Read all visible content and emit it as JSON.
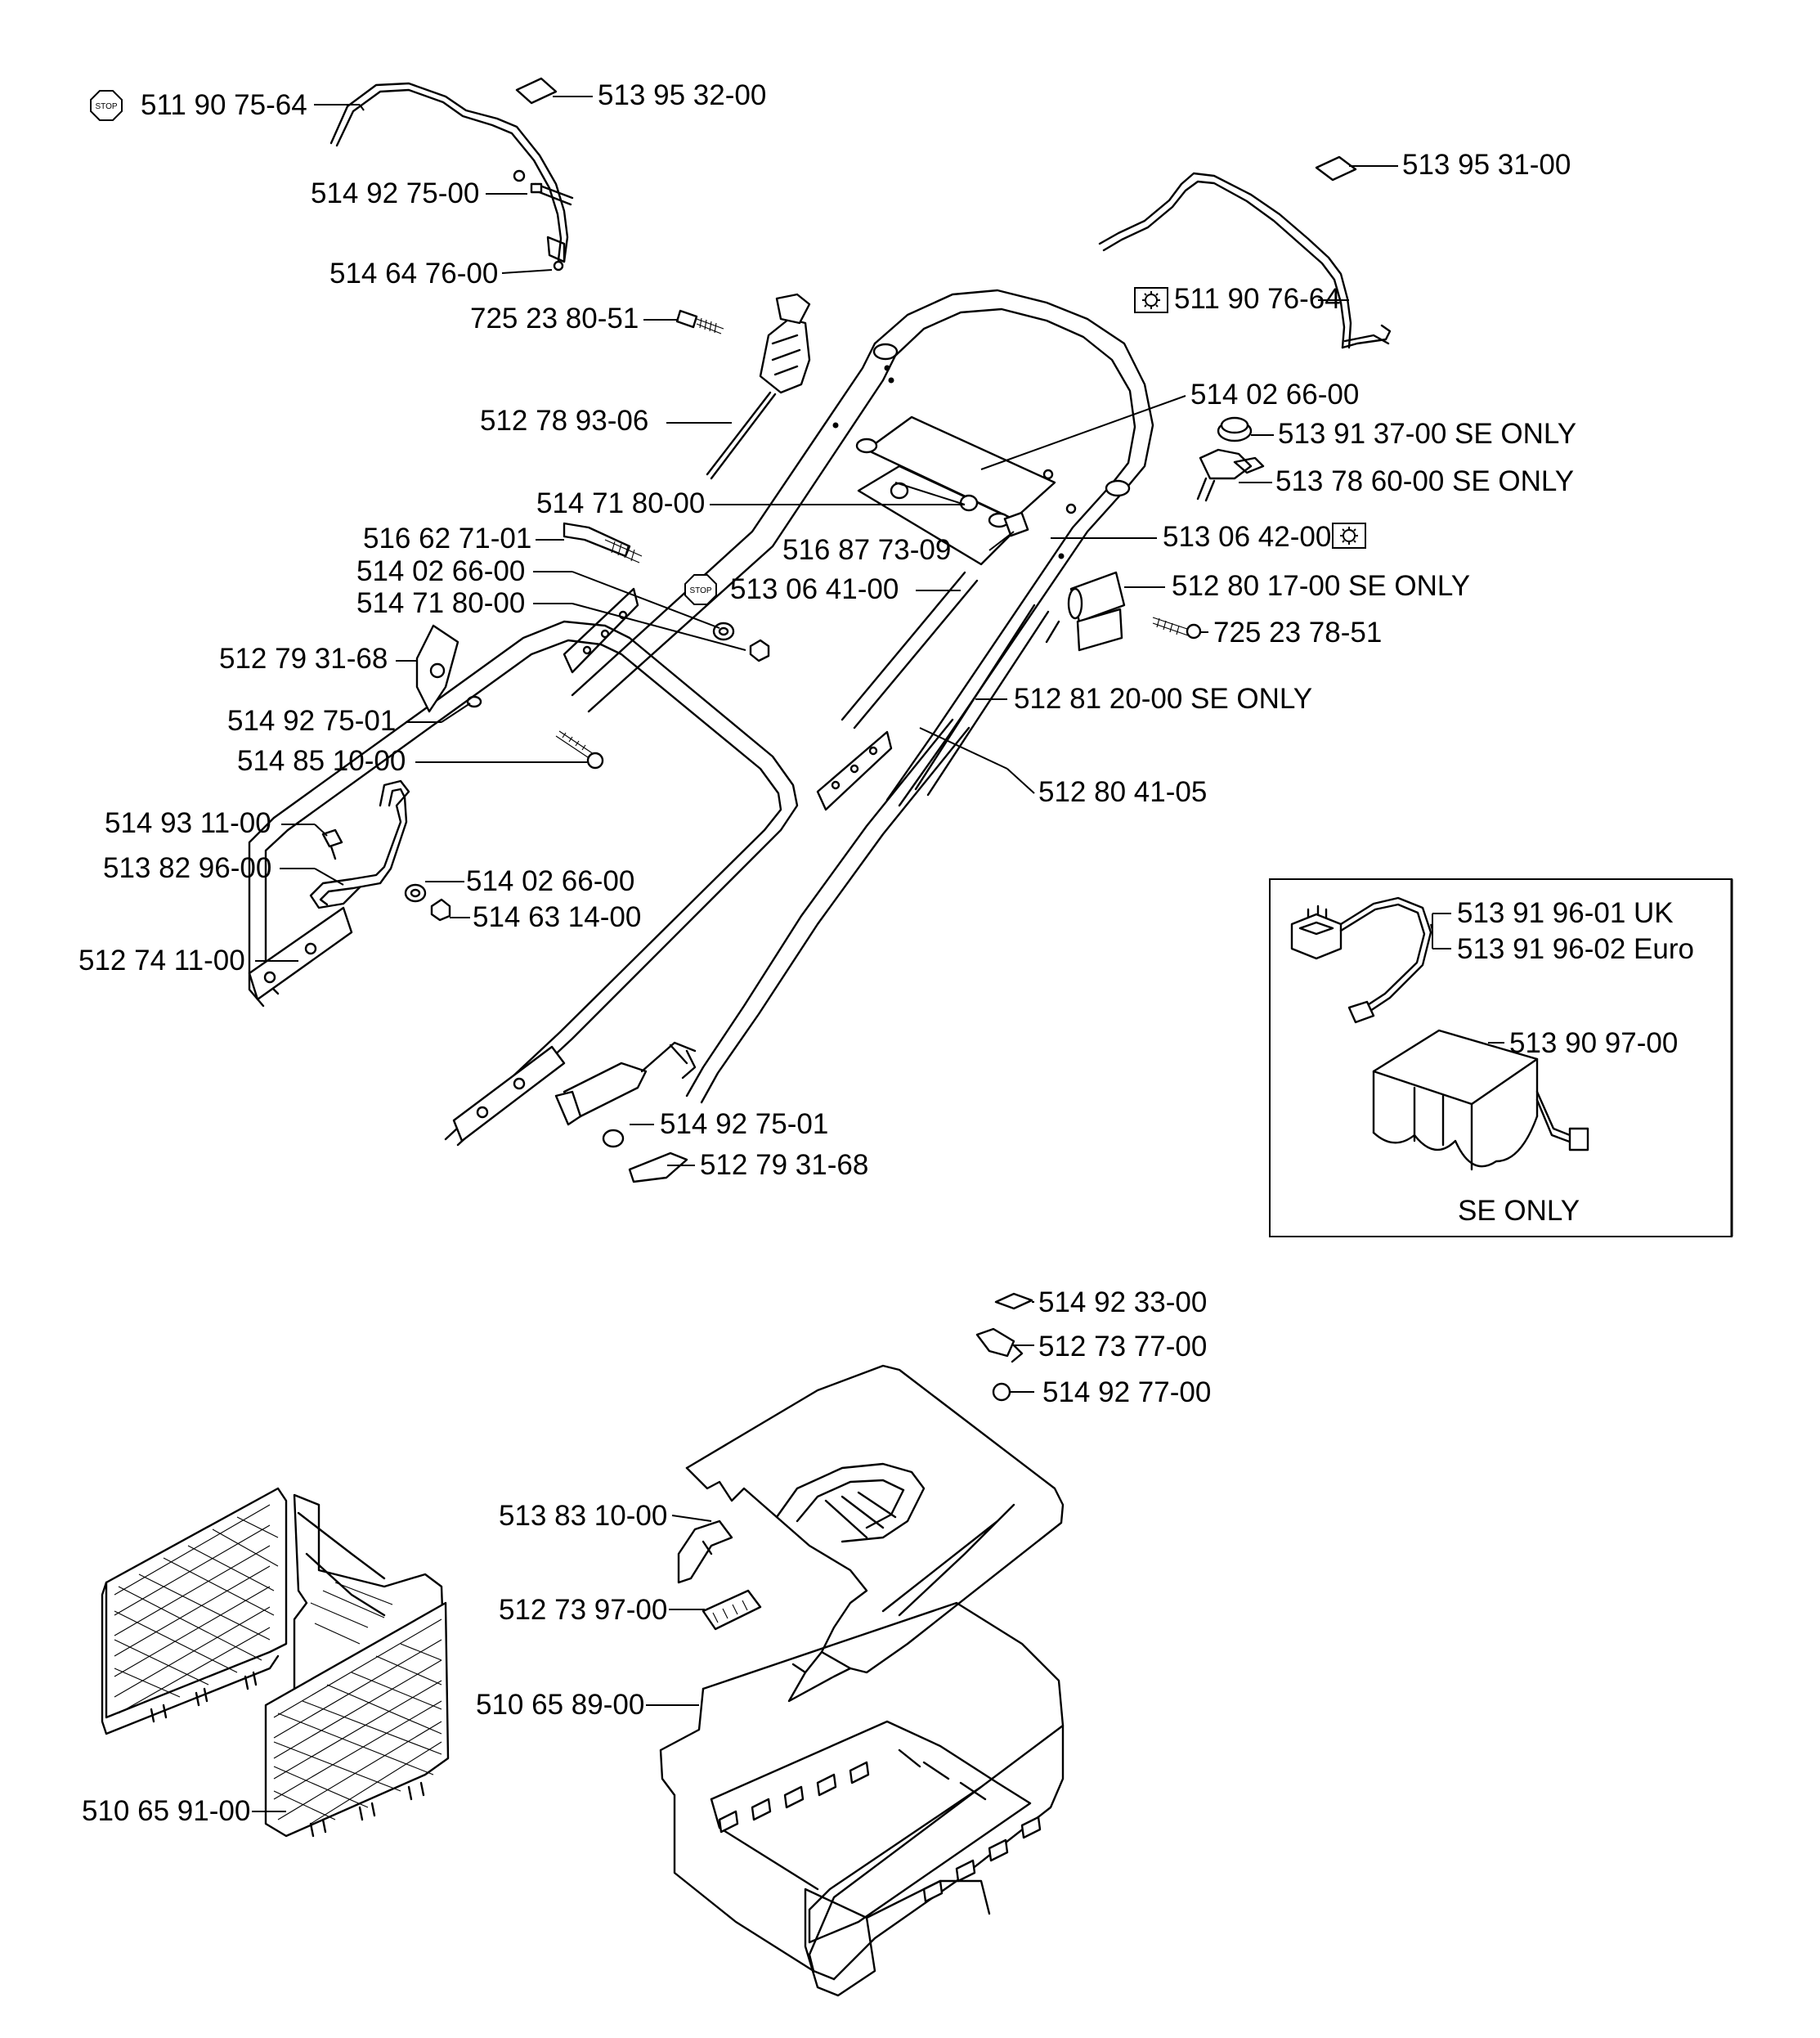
{
  "labels": {
    "p01": "511 90 75-64",
    "p02": "513 95 32-00",
    "p03": "514 92 75-00",
    "p04": "514 64 76-00",
    "p05": "725 23 80-51",
    "p06": "512 78 93-06",
    "p07": "514 71 80-00",
    "p08": "516 62 71-01",
    "p09": "514 02 66-00",
    "p10": "514 71 80-00",
    "p11": "512 79 31-68",
    "p12": "514 92 75-01",
    "p13": "514 85 10-00",
    "p14": "514 93 11-00",
    "p15": "513 82 96-00",
    "p16": "514 02 66-00",
    "p17": "514 63 14-00",
    "p18": "512 74 11-00",
    "p19": "514 92 75-01",
    "p20": "512 79 31-68",
    "p21": "513 95 31-00",
    "p22": "511 90 76-64",
    "p23": "514 02 66-00",
    "p24": "513 91 37-00 SE ONLY",
    "p25": "513 78 60-00 SE ONLY",
    "p26": "516 87 73-09",
    "p27": "513 06 42-00",
    "p28": "513 06 41-00",
    "p29": "512 80 17-00 SE ONLY",
    "p30": "725 23 78-51",
    "p31": "512 81 20-00 SE ONLY",
    "p32": "512 80 41-05",
    "p33": "513 91 96-01 UK",
    "p34": "513 91 96-02 Euro",
    "p35": "513 90 97-00",
    "p36": "SE ONLY",
    "p37": "514 92 33-00",
    "p38": "512 73 77-00",
    "p39": "514 92 77-00",
    "p40": "513 83 10-00",
    "p41": "512 73 97-00",
    "p42": "510 65 89-00",
    "p43": "510 65 91-00"
  },
  "symbols": {
    "stop_text": "STOP",
    "stop_icon": "stop-octagon-icon",
    "key_icon": "ignition-sun-icon"
  }
}
